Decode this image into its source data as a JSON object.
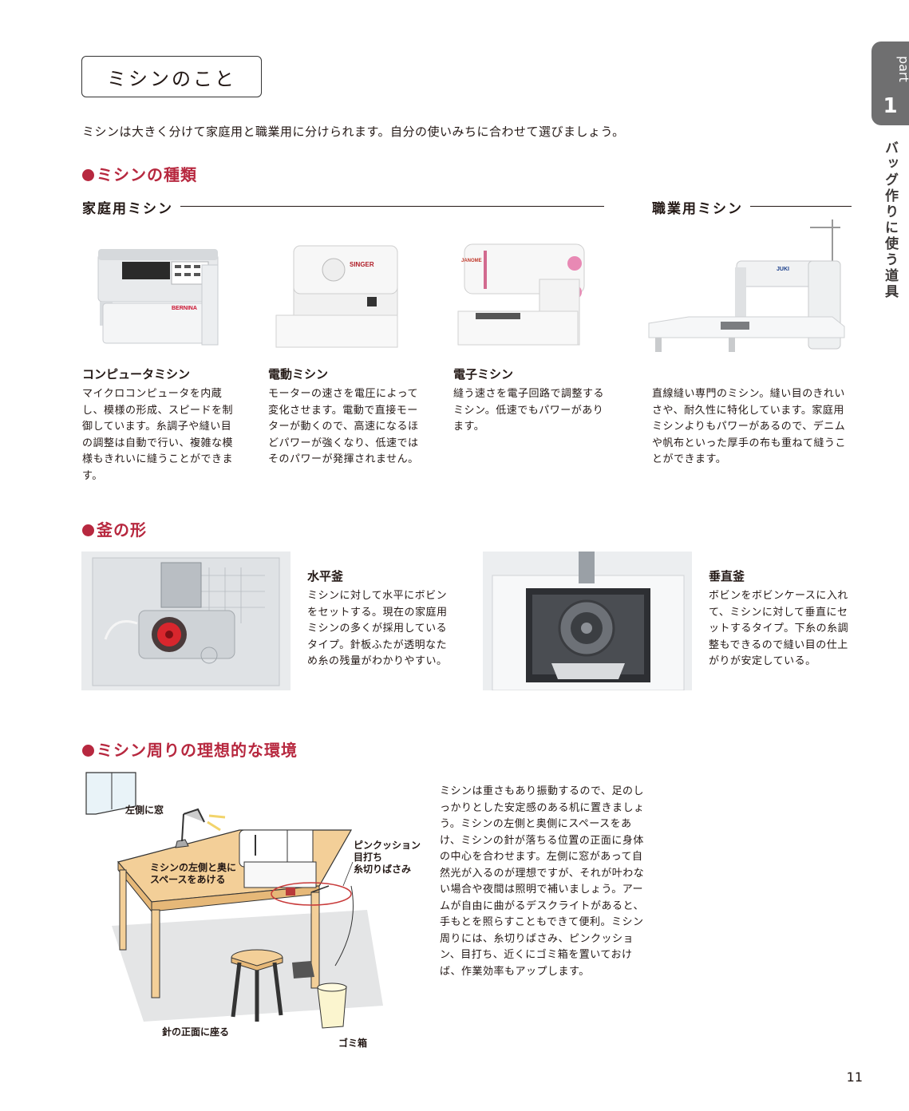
{
  "title": "ミシンのこと",
  "intro": "ミシンは大きく分けて家庭用と職業用に分けられます。自分の使いみちに合わせて選びましょう。",
  "side_tab": {
    "part": "part",
    "number": "1",
    "vertical": "バッグ作りに使う道具"
  },
  "page_number": "11",
  "section_types": {
    "heading": "ミシンの種類",
    "home_label": "家庭用ミシン",
    "pro_label": "職業用ミシン",
    "machines": [
      {
        "title": "コンピュータミシン",
        "text": "マイクロコンピュータを内蔵し、模様の形成、スピードを制御しています。糸調子や縫い目の調整は自動で行い、複雑な模様もきれいに縫うことができます。",
        "brand": "BERNINA"
      },
      {
        "title": "電動ミシン",
        "text": "モーターの速さを電圧によって変化させます。電動で直接モーターが動くので、高速になるほどパワーが強くなり、低速ではそのパワーが発揮されません。",
        "brand": "SINGER"
      },
      {
        "title": "電子ミシン",
        "text": "縫う速さを電子回路で調整するミシン。低速でもパワーがあります。",
        "brand": "JANOME"
      },
      {
        "title": "",
        "text": "直線縫い専門のミシン。縫い目のきれいさや、耐久性に特化しています。家庭用ミシンよりもパワーがあるので、デニムや帆布といった厚手の布も重ねて縫うことができます。",
        "brand": "JUKI"
      }
    ]
  },
  "section_hook": {
    "heading": "釜の形",
    "items": [
      {
        "title": "水平釜",
        "text": "ミシンに対して水平にボビンをセットする。現在の家庭用ミシンの多くが採用しているタイプ。針板ふたが透明なため糸の残量がわかりやすい。"
      },
      {
        "title": "垂直釜",
        "text": "ボビンをボビンケースに入れて、ミシンに対して垂直にセットするタイプ。下糸の糸調整もできるので縫い目の仕上がりが安定している。"
      }
    ]
  },
  "section_env": {
    "heading": "ミシン周りの理想的な環境",
    "labels": {
      "window": "左側に窓",
      "space": "ミシンの左側と奥に\nスペースをあける",
      "tools": "ピンクッション\n目打ち\n糸切りばさみ",
      "seat": "針の正面に座る",
      "trash": "ゴミ箱"
    },
    "text": "ミシンは重さもあり振動するので、足のしっかりとした安定感のある机に置きましょう。ミシンの左側と奥側にスペースをあけ、ミシンの針が落ちる位置の正面に身体の中心を合わせます。左側に窓があって自然光が入るのが理想ですが、それが叶わない場合や夜間は照明で補いましょう。アームが自由に曲がるデスクライトがあると、手もとを照らすこともできて便利。ミシン周りには、糸切りばさみ、ピンクッション、目打ち、近くにゴミ箱を置いておけば、作業効率もアップします。"
  },
  "colors": {
    "accent": "#b7283f",
    "tab": "#6f6f70",
    "table": "#f3cf98"
  }
}
